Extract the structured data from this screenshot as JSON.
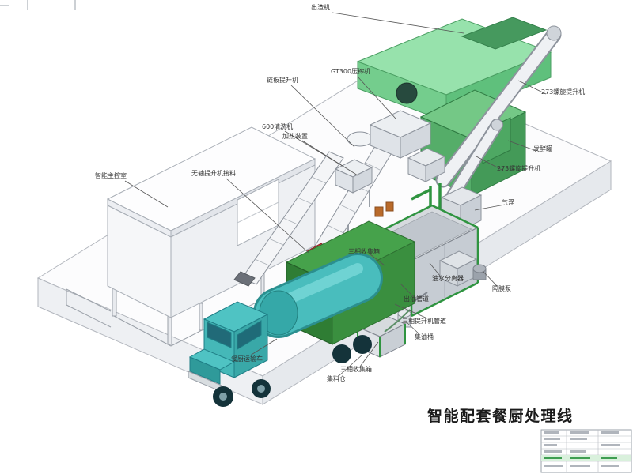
{
  "drawing": {
    "title": "智能配套餐厨处理线",
    "labels": {
      "discharge_machine": "出渣机",
      "chain_plate_elevator": "链板提升机",
      "gt300_press": "GT300压榨机",
      "washer_600": "600清洗机",
      "heating_device": "加热装置",
      "screw_elevator_273_top": "273螺旋提升机",
      "fermentation_tank": "发酵罐",
      "screw_elevator_273_mid": "273螺旋提升机",
      "air_flotation": "气浮",
      "main_control_room": "智能主控室",
      "shaftless_elevator_feed": "无轴提升机接料",
      "three_phase_collection_box_upper": "三相收集箱",
      "oil_water_separator": "油水分离器",
      "diaphragm_pump": "隔膜泵",
      "oil_outlet_pipe": "出油管道",
      "three_phase_elevator_pipe": "三相提升机管道",
      "oil_collection_barrel": "集油桶",
      "three_phase_collection_box_lower": "三相收集箱",
      "material_collection_bin": "集料仓",
      "kitchen_waste_truck": "餐厨运输车"
    },
    "colors": {
      "machine_green": "#57bd74",
      "tank_green": "#55ad69",
      "truck_teal": "#45b8b8",
      "truck_box_green": "#3a8f3f",
      "pipe_green": "#2f9440",
      "leader_line": "#555555",
      "outline_gray": "#8d939c"
    }
  }
}
